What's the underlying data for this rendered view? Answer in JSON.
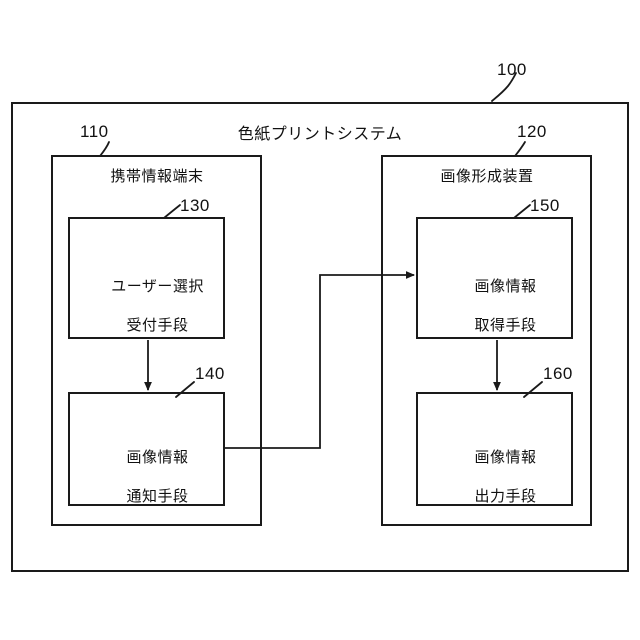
{
  "figure": {
    "title": "色紙プリントシステム",
    "system_number": "100"
  },
  "groups": [
    {
      "number": "110",
      "label": "携帯情報端末"
    },
    {
      "number": "120",
      "label": "画像形成装置"
    }
  ],
  "units": [
    {
      "number": "130",
      "label_line1": "ユーザー選択",
      "label_line2": "受付手段"
    },
    {
      "number": "140",
      "label_line1": "画像情報",
      "label_line2": "通知手段"
    },
    {
      "number": "150",
      "label_line1": "画像情報",
      "label_line2": "取得手段"
    },
    {
      "number": "160",
      "label_line1": "画像情報",
      "label_line2": "出力手段"
    }
  ],
  "colors": {
    "line": "#1a1a1a",
    "background": "#ffffff",
    "text": "#111111"
  }
}
